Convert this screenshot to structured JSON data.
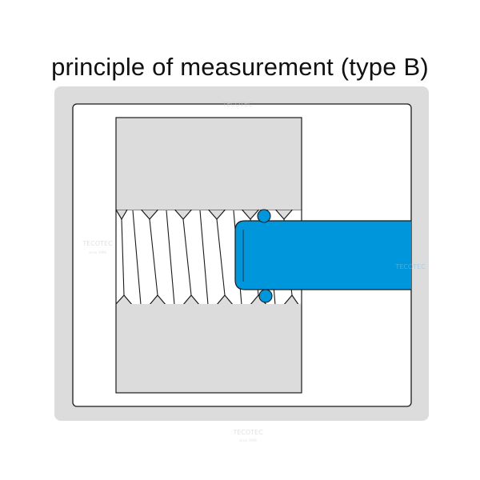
{
  "title": "principle of measurement (type B)",
  "watermark": {
    "brand": "TECOTEC",
    "tagline": "since 1996"
  },
  "colors": {
    "frame": "#dcdcdc",
    "workpiece": "#dcdcdc",
    "gauge": "#0096db",
    "outline": "#1a1a1a"
  }
}
